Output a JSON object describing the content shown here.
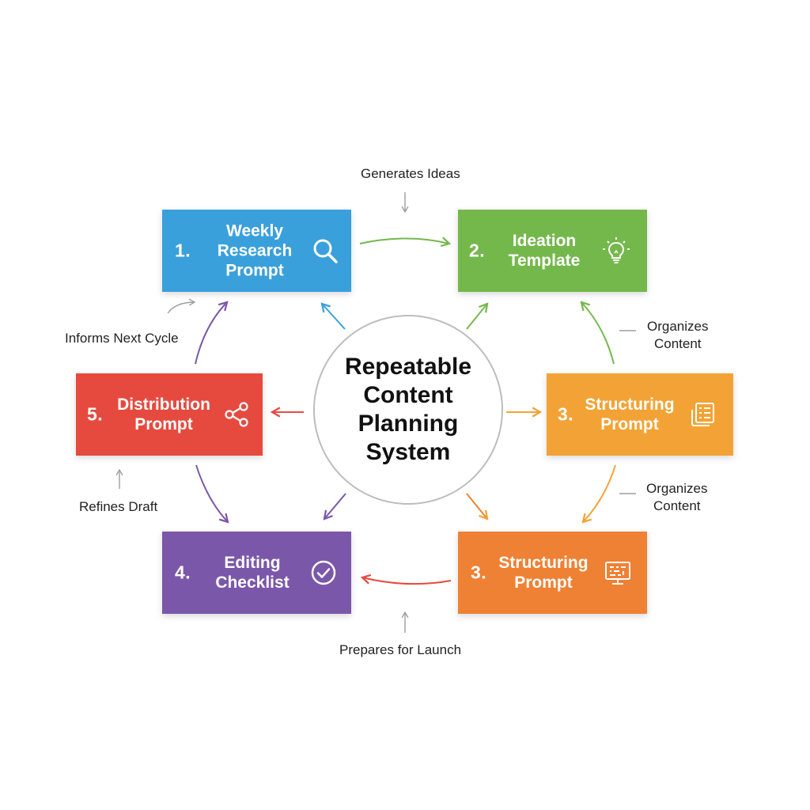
{
  "diagram": {
    "title": "Repeatable\nContent\nPlanning\nSystem",
    "steps": [
      {
        "number": "1.",
        "label": "Weekly\nResearch\nPrompt",
        "icon": "search-icon",
        "color": "#3aa0db"
      },
      {
        "number": "2.",
        "label": "Ideation\nTemplate",
        "icon": "lightbulb-icon",
        "color": "#74b84c"
      },
      {
        "number": "3.",
        "label": "Structuring\nPrompt",
        "icon": "document-icon",
        "color": "#f3a335"
      },
      {
        "number": "3.",
        "label": "Structuring\nPrompt",
        "icon": "monitor-icon",
        "color": "#ef8134"
      },
      {
        "number": "4.",
        "label": "Editing\nChecklist",
        "icon": "check-circle-icon",
        "color": "#7b57aa"
      },
      {
        "number": "5.",
        "label": "Distribution\nPrompt",
        "icon": "share-icon",
        "color": "#e64a3f"
      }
    ],
    "annotations": {
      "generates": "Generates Ideas",
      "informs": "Informs Next Cycle",
      "organizes_1": "Organizes\nContent",
      "organizes_2": "Organizes\nContent",
      "refines": "Refines Draft",
      "prepares": "Prepares for Launch"
    }
  }
}
